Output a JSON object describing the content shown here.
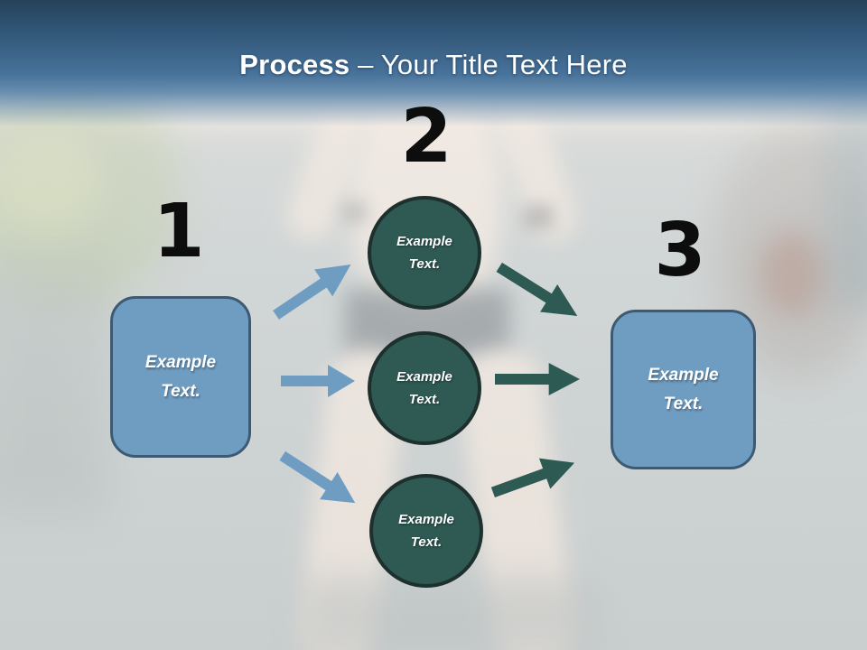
{
  "slide_title": {
    "keyword": "Process",
    "rest": "– Your Title Text Here"
  },
  "diagram": {
    "numbers": [
      "1",
      "2",
      "3"
    ],
    "left_box_label": "Example\nText.",
    "right_box_label": "Example\nText.",
    "circle_labels": [
      "Example\nText.",
      "Example\nText.",
      "Example\nText."
    ]
  },
  "icons": {
    "connector": "arrow-right-icon"
  },
  "colors": {
    "header_gradient_top": "#26425b",
    "header_gradient_bottom": "#5883a9",
    "accent_blue": "#6f9dc2",
    "accent_blue_border": "#3d5a72",
    "accent_teal": "#2f5953",
    "accent_teal_border": "#1e302d",
    "number_color": "#0d0d0d",
    "title_color": "#ffffff",
    "background_base": "#c7cdcd"
  }
}
